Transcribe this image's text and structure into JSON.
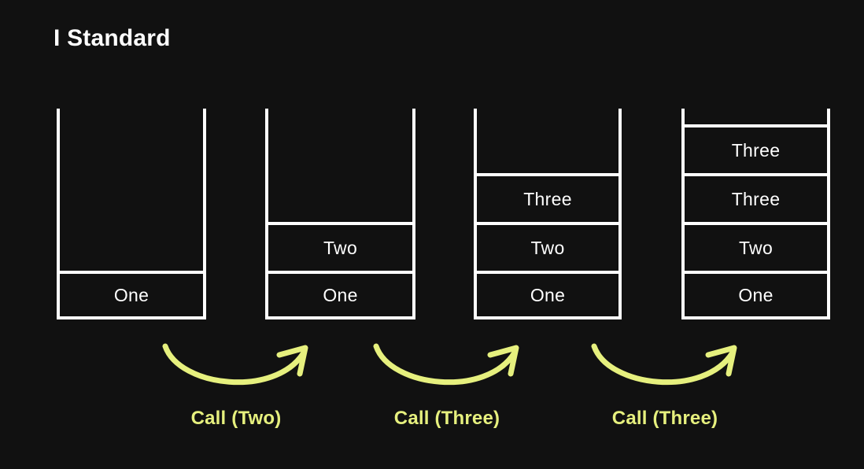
{
  "page": {
    "title": "I Standard",
    "background_color": "#111111",
    "stroke_color": "#ffffff",
    "accent_color": "#e6f07e"
  },
  "diagram": {
    "type": "call-stack-growth",
    "stacks": [
      {
        "name": "stack-1",
        "frames": [
          "One"
        ]
      },
      {
        "name": "stack-2",
        "frames": [
          "Two",
          "One"
        ]
      },
      {
        "name": "stack-3",
        "frames": [
          "Three",
          "Two",
          "One"
        ]
      },
      {
        "name": "stack-4",
        "frames": [
          "Three",
          "Three",
          "Two",
          "One"
        ]
      }
    ],
    "transitions": [
      {
        "name": "transition-1",
        "label": "Call (Two)"
      },
      {
        "name": "transition-2",
        "label": "Call (Three)"
      },
      {
        "name": "transition-3",
        "label": "Call (Three)"
      }
    ]
  }
}
